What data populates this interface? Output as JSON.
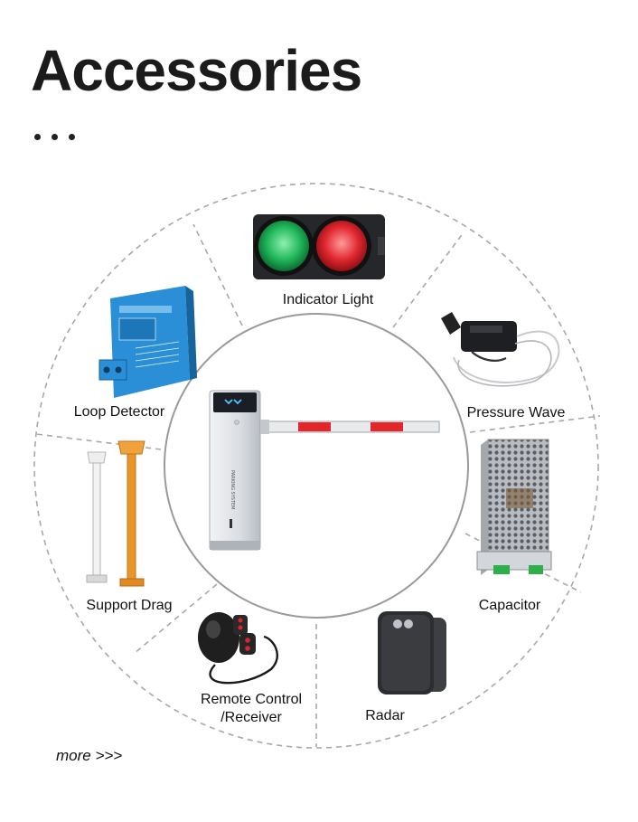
{
  "title": "Accessories",
  "more_link": "more >>>",
  "center": {
    "gate_text": "PARKING SYSTEM"
  },
  "accessories": [
    {
      "id": "indicator",
      "label": "Indicator Light"
    },
    {
      "id": "pressure",
      "label": "Pressure Wave"
    },
    {
      "id": "capacitor",
      "label": "Capacitor"
    },
    {
      "id": "radar",
      "label": "Radar"
    },
    {
      "id": "remote",
      "label": "Remote Control\n/Receiver"
    },
    {
      "id": "support",
      "label": "Support Drag"
    },
    {
      "id": "loop",
      "label": "Loop Detector"
    }
  ],
  "colors": {
    "ring": "#a8a8a8",
    "green_light": "#1fae55",
    "red_light": "#e0232b",
    "loop_blue": "#2a8fd6",
    "support_orange": "#e8962a",
    "barrier_red": "#e4252a"
  }
}
